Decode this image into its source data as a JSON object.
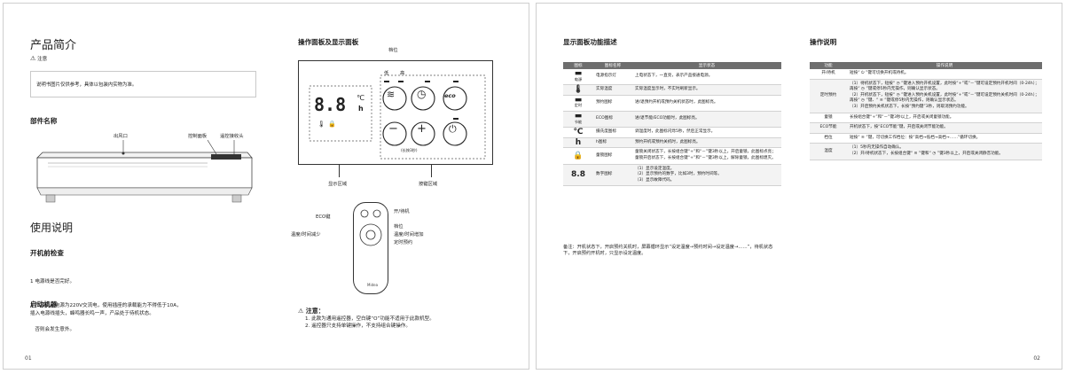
{
  "page1": {
    "intro_title": "产品简介",
    "note_label": "注意",
    "note_text": "说明书图片仅供参考，具体以包装内实物为准。",
    "parts_title": "部件名称",
    "part_labels": [
      "出风口",
      "控制面板",
      "遥控接收头"
    ],
    "usage_title": "使用说明",
    "precheck_title": "开机前检查",
    "precheck_items": [
      "1 电源线是否完好。",
      "2 产品使用电源为220V交流电，使用插座的承载能力不得低于10A，",
      "   否则会发生意外。"
    ],
    "start_title": "启动机器",
    "start_text": "插入电源线插头，蜂鸣器长鸣一声，产品处于待机状态。",
    "page_number": "01",
    "panel_title": "操作面板及显示面板",
    "panel_labels": {
      "swing": "档位",
      "low": "低",
      "high": "高",
      "display_area": "显示区域",
      "key_area": "按键区域",
      "lock_small": "(长按3秒)",
      "digits": "8.8",
      "unit_c": "℃",
      "unit_h": "h"
    },
    "remote_labels": {
      "eco": "ECO键",
      "decrease": "温度/时间减少",
      "power": "开/待机",
      "gear": "档位",
      "increase": "温度/时间增加",
      "timer": "定时预约",
      "brand": "Midea"
    },
    "caution_title": "注意：",
    "caution_items": [
      "1. 此款为通用遥控器，空白键“O”功能不适用于此款机型。",
      "2. 遥控器只支持单键操作，不支持组合键操作。"
    ]
  },
  "page2": {
    "table1_title": "显示面板功能描述",
    "table1_headers": [
      "图标",
      "图标名称",
      "显示状态"
    ],
    "table1_rows": [
      {
        "icon": "▬",
        "icon_sub": "电源",
        "name": "电源指示灯",
        "desc": "上电状态下，一直亮，表示产品接通电源。"
      },
      {
        "icon": "🌡",
        "icon_sub": "",
        "name": "实际温度",
        "desc": "实际温度显示时，不实时刷新显示。"
      },
      {
        "icon": "▬",
        "icon_sub": "定时",
        "name": "预约图标",
        "desc": "进/退预约开机或预约关机状态时，此图标亮。"
      },
      {
        "icon": "▬",
        "icon_sub": "节能",
        "name": "ECO图标",
        "desc": "进/退节能/ECO功能时，此图标亮。"
      },
      {
        "icon": "℃",
        "icon_sub": "",
        "name": "摄氏度图标",
        "desc": "调温度时，此图标闪烁5秒，然后正常显示。"
      },
      {
        "icon": "h",
        "icon_sub": "",
        "name": "h图标",
        "desc": "预约开机或预约关机时，此图标亮。"
      },
      {
        "icon": "🔒",
        "icon_sub": "",
        "name": "童锁图标",
        "desc": "童锁关闭状态下，长按组合键“+”和“－”键3秒以上，开启童锁，此图标点亮；童锁开启状态下，长按组合键“+”和“－”键3秒以上，解除童锁，此图标熄灭。"
      },
      {
        "icon": "8.8",
        "icon_sub": "",
        "name": "数字图标",
        "desc": "（1）显示设定温度。\n（2）显示预约的数字，比如3时，预约时间等。\n（3）显示故障代码。"
      }
    ],
    "table1_note": "备注：开机状态下，开启预约关机时，屏幕循环显示“设定温度→预约时间→设定温度→……”，待机状态下，开启预约开机时，只显示设定温度。",
    "table2_title": "操作说明",
    "table2_headers": [
      "功能",
      "操作说明"
    ],
    "table2_rows": [
      {
        "func": "开/待机",
        "desc": "短按“ ⏻ ”键可切换开机或待机。"
      },
      {
        "func": "定时预约",
        "desc": "（1）待机状态下，短按“ ◷ ”键进入预约开机设置，此时按“+”或“－”键可设定预约开机时间（0-24h）；再按“ ◷ ”键或停5秒内无操作，则确认显示状态。\n（2）开机状态下，短按“ ◷ ”键进入预约关机设置，此时按“+”或“－”键可设定预约关机时间（0-24h）；再按“ ◷ ”键、“ ≋ ”键或停5秒内无操作，则确认显示状态。\n（3）开启预约关机状态下，长按“预约键”3秒，则取消预约功能。"
      },
      {
        "func": "童锁",
        "desc": "长按组合键“+”和“－”键3秒以上，开启或关闭童锁功能。"
      },
      {
        "func": "ECO节能",
        "desc": "开机状态下，按“ECO节能”键，开启或关闭节能功能。"
      },
      {
        "func": "档位",
        "desc": "短按“ ≋ ”键，可切换工作档位：按“高档→低档→高档→……”循环切换。"
      },
      {
        "func": "温度",
        "desc": "（1）5秒内无操作自动确认。\n（2）开/待机状态下，长按组合键“ ≋ ”键和“ ◷ ”键3秒以上，开启或关闭静音功能。"
      }
    ],
    "page_number": "02"
  }
}
